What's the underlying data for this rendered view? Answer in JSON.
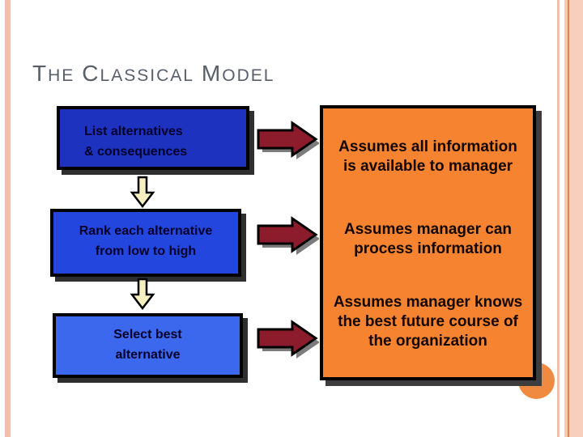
{
  "title": {
    "w1_cap": "T",
    "w1_rest": "HE",
    "w2_cap": "C",
    "w2_rest": "LASSICAL",
    "w3_cap": "M",
    "w3_rest": "ODEL"
  },
  "steps": [
    {
      "label": "List alternatives\n& consequences"
    },
    {
      "label": "Rank each alternative\nfrom low to high"
    },
    {
      "label": "Select best\nalternative"
    }
  ],
  "assumptions": [
    {
      "text": "Assumes all information\nis available to manager"
    },
    {
      "text": "Assumes manager can\nprocess information"
    },
    {
      "text": "Assumes manager knows\nthe best future course of\nthe organization"
    }
  ],
  "colors": {
    "title": "#575f6a",
    "step1_bg": "#1d33c0",
    "step2_bg": "#2347de",
    "step3_bg": "#3c68ee",
    "assumption_bg": "#f5832f",
    "assumption_circle": "#f18a41",
    "flow_arrow_fill": "#f6efbf",
    "link_arrow_fill": "#8c1c2c",
    "stripe_light": "#f2c0a8",
    "stripe_medium": "#f5c9b3",
    "stripe_dark": "#df8549",
    "stripe_wide": "#f8cfbc"
  }
}
